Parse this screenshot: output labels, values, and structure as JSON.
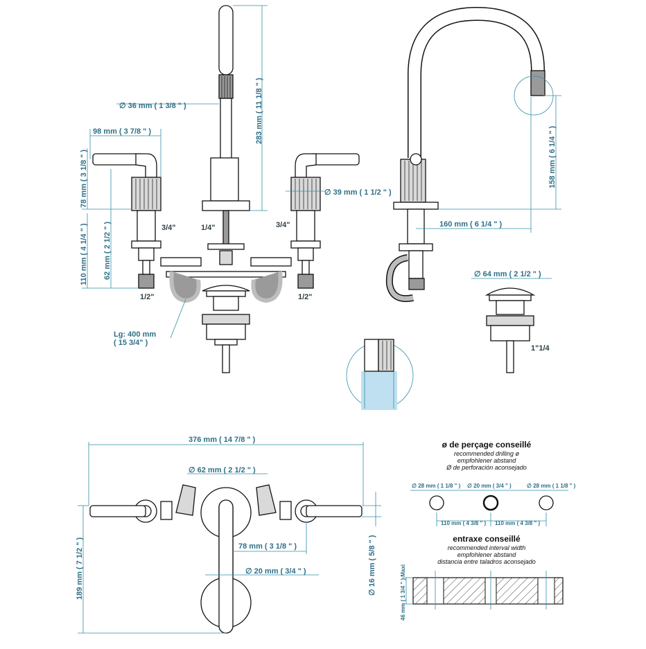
{
  "front": {
    "spout_diameter": "∅  36 mm ( 1 3/8 \" )",
    "spout_height": "283 mm ( 11 1/8 \" )",
    "handle_width": "98 mm ( 3 7/8 \" )",
    "handle_height": "78 mm ( 3 1/8 \" )",
    "body_diameter": "∅  39 mm ( 1 1/2 \" )",
    "left_total": "110 mm ( 4 1/4 \" )",
    "left_inner": "62 mm ( 2 1/2 \" )",
    "thread_left": "3/4\"",
    "thread_center": "1/4\"",
    "thread_right": "3/4\"",
    "conn_left": "1/2\"",
    "conn_right": "1/2\"",
    "hose_length": "Lg: 400 mm",
    "hose_length_inch": "( 15 3/4\" )"
  },
  "side": {
    "height": "158 mm ( 6 1/4 \" )",
    "reach": "160 mm ( 6 1/4 \" )",
    "drain_diameter": "∅  64 mm ( 2 1/2 \" )",
    "drain_thread": "1\"1/4"
  },
  "top": {
    "overall_width": "376 mm ( 14 7/8 \" )",
    "drain_diameter": "∅  62 mm ( 2 1/2 \" )",
    "depth": "189 mm ( 7 1/2 \" )",
    "center_offset": "78 mm ( 3 1/8 \" )",
    "spout_diameter": "∅  20 mm ( 3/4 \" )",
    "side_diameter": "∅  16 mm ( 5/8 \" )"
  },
  "drilling": {
    "title": "ø de perçage conseillé",
    "sub1": "recommended drilling ø",
    "sub2": "empfohlener abstand",
    "sub3": "Ø de perforación aconsejado",
    "hole_left": "∅  28 mm ( 1 1/8 \" )",
    "hole_center": "∅  20 mm ( 3/4 \" )",
    "hole_right": "∅  28 mm ( 1 1/8 \" )",
    "spacing_left": "110 mm ( 4 3/8 \" )",
    "spacing_right": "110 mm ( 4 3/8 \" )"
  },
  "interval": {
    "title": "entraxe conseillé",
    "sub1": "recommended interval width",
    "sub2": "empfohlener abstand",
    "sub3": "distancia entre taladros aconsejado",
    "max_label": "46 mm ( 1 3/4 \" ) Maxi"
  }
}
